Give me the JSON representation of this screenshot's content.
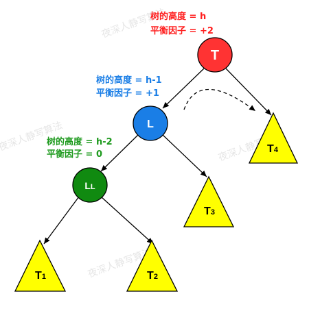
{
  "colors": {
    "red_node": "#ff3333",
    "blue_node": "#1a7ee6",
    "green_node": "#108a10",
    "triangle_fill": "#ffff00",
    "red_text": "#ff2020",
    "blue_text": "#1a7ee6",
    "green_text": "#1e9a1e"
  },
  "annotations": {
    "t": {
      "height": "树的高度 = h",
      "balance": "平衡因子 = +2"
    },
    "l": {
      "height": "树的高度 = h-1",
      "balance": "平衡因子 = +1"
    },
    "ll": {
      "height": "树的高度 = h-2",
      "balance": "平衡因子 = 0"
    }
  },
  "nodes": {
    "t": {
      "label": "T"
    },
    "l": {
      "label": "L"
    },
    "ll": {
      "main": "L",
      "sub": "L"
    }
  },
  "subtrees": {
    "t1": {
      "main": "T",
      "sub": "1"
    },
    "t2": {
      "main": "T",
      "sub": "2"
    },
    "t3": {
      "main": "T",
      "sub": "3"
    },
    "t4": {
      "main": "T",
      "sub": "4"
    }
  },
  "watermark": "夜深人静写算法"
}
